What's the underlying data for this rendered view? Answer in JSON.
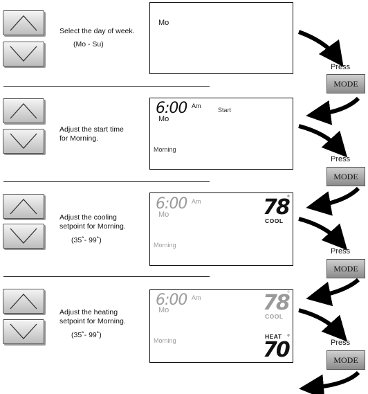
{
  "steps": [
    {
      "instruction": [
        "Select the day of week."
      ],
      "range": "(Mo - Su)",
      "lcd": {
        "day": "Mo"
      }
    },
    {
      "instruction": [
        "Adjust the start time",
        "for Morning."
      ],
      "lcd": {
        "time": "6:00",
        "ampm": "Am",
        "day": "Mo",
        "status": "Start",
        "period": "Morning"
      }
    },
    {
      "instruction": [
        "Adjust the cooling",
        "setpoint for Morning."
      ],
      "range": "(35˚- 99˚)",
      "lcd": {
        "time": "6:00",
        "ampm": "Am",
        "day": "Mo",
        "period": "Morning",
        "cool_value": "78",
        "cool_label": "COOL",
        "degree": "°"
      }
    },
    {
      "instruction": [
        "Adjust the heating",
        "setpoint for Morning."
      ],
      "range": "(35˚- 99˚)",
      "lcd": {
        "time": "6:00",
        "ampm": "Am",
        "day": "Mo",
        "period": "Morning",
        "cool_value": "78",
        "cool_label": "COOL",
        "heat_value": "70",
        "heat_label": "HEAT",
        "degree": "°"
      }
    }
  ],
  "press_label": "Press",
  "mode_label": "MODE"
}
